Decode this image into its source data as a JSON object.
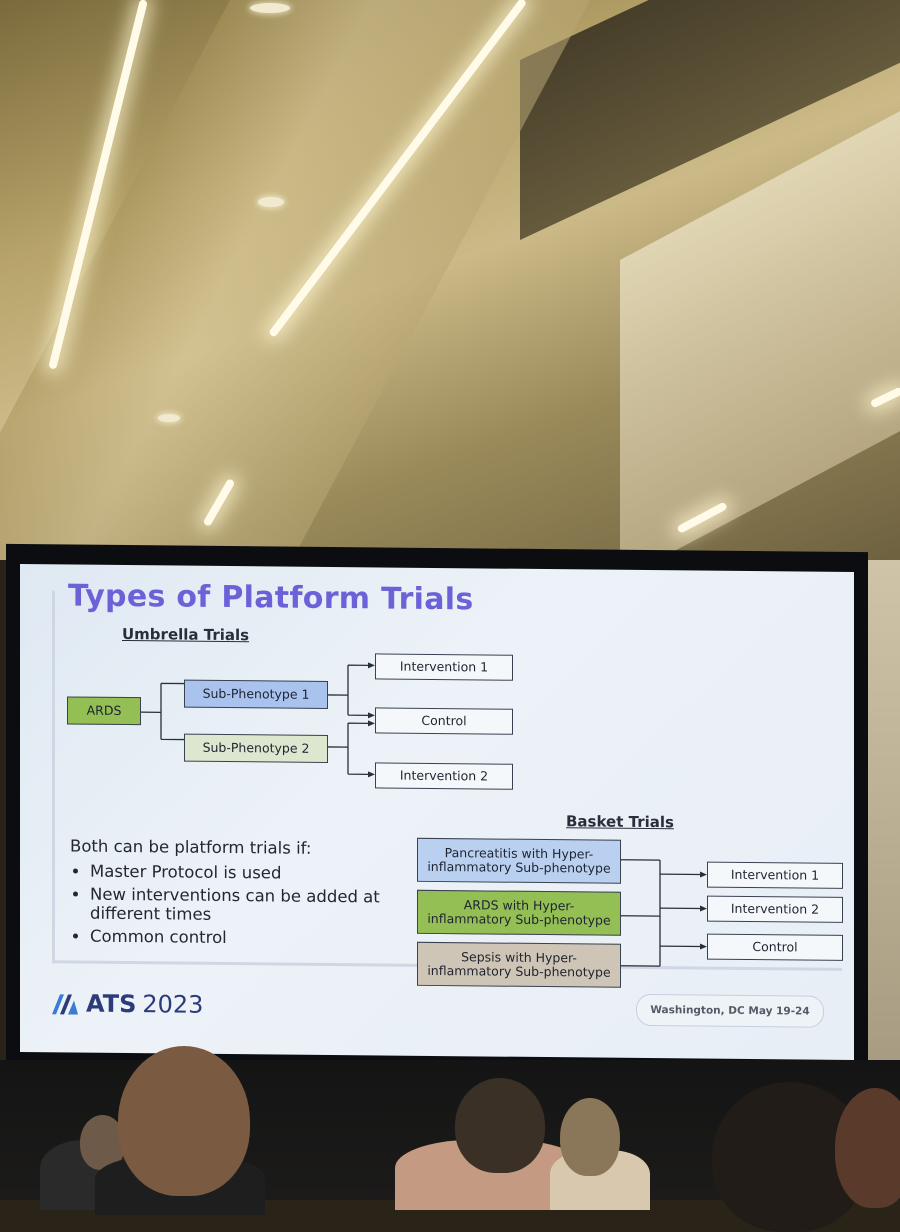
{
  "slide": {
    "title": "Types of Platform Trials",
    "umbrella": {
      "heading": "Umbrella Trials",
      "root": "ARDS",
      "subphenotypes": [
        "Sub-Phenotype 1",
        "Sub-Phenotype 2"
      ],
      "arms": [
        "Intervention 1",
        "Control",
        "Intervention 2"
      ]
    },
    "basket": {
      "heading": "Basket Trials",
      "conditions": [
        "Pancreatitis with Hyper-inflammatory Sub-phenotype",
        "ARDS with Hyper-inflammatory Sub-phenotype",
        "Sepsis with Hyper-inflammatory Sub-phenotype"
      ],
      "arms": [
        "Intervention 1",
        "Intervention 2",
        "Control"
      ]
    },
    "bullets": {
      "lead": "Both can be platform trials if:",
      "items": [
        "Master Protocol is used",
        "New interventions can be added at different times",
        "Common control"
      ]
    },
    "logo": {
      "name": "ATS",
      "year": "2023"
    },
    "location": "Washington, DC May 19-24"
  },
  "colors": {
    "title": "#6b62d8",
    "ards_green": "#93bf55",
    "subphenotype_blue": "#a9c3ee",
    "logo_navy": "#2c3b7a"
  }
}
